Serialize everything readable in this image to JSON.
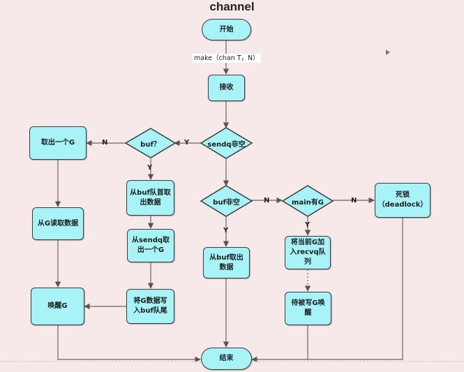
{
  "title": "channel",
  "make_label": "make（chan T，N）",
  "nodes": {
    "start": "开始",
    "receive": "接收",
    "sendq_empty": "sendq非空",
    "buf_q": "buf？",
    "take_g": "取出一个G",
    "read_g": "从G读取数据",
    "wake_g_left": "唤醒G",
    "buf_head": "从buf队首取出数据",
    "sendq_take": "从sendq取出一个G",
    "g_write": "将G数据写入buf队尾",
    "buf_nonempty": "buf非空",
    "buf_take": "从buf取出数据",
    "main_has_g": "main有G",
    "join_recvq": "将当前G加入recvq队列",
    "wait_wake": "待被写G唤醒",
    "deadlock": "死锁（deadlock）",
    "end": "结束"
  },
  "edge_labels": {
    "y_sendq_buf": "Y",
    "n_buf_take": "N",
    "y_buf_head": "Y",
    "y_buf_take": "Y",
    "n_main": "N",
    "n_deadlock": "N",
    "y_recvq": "Y"
  }
}
